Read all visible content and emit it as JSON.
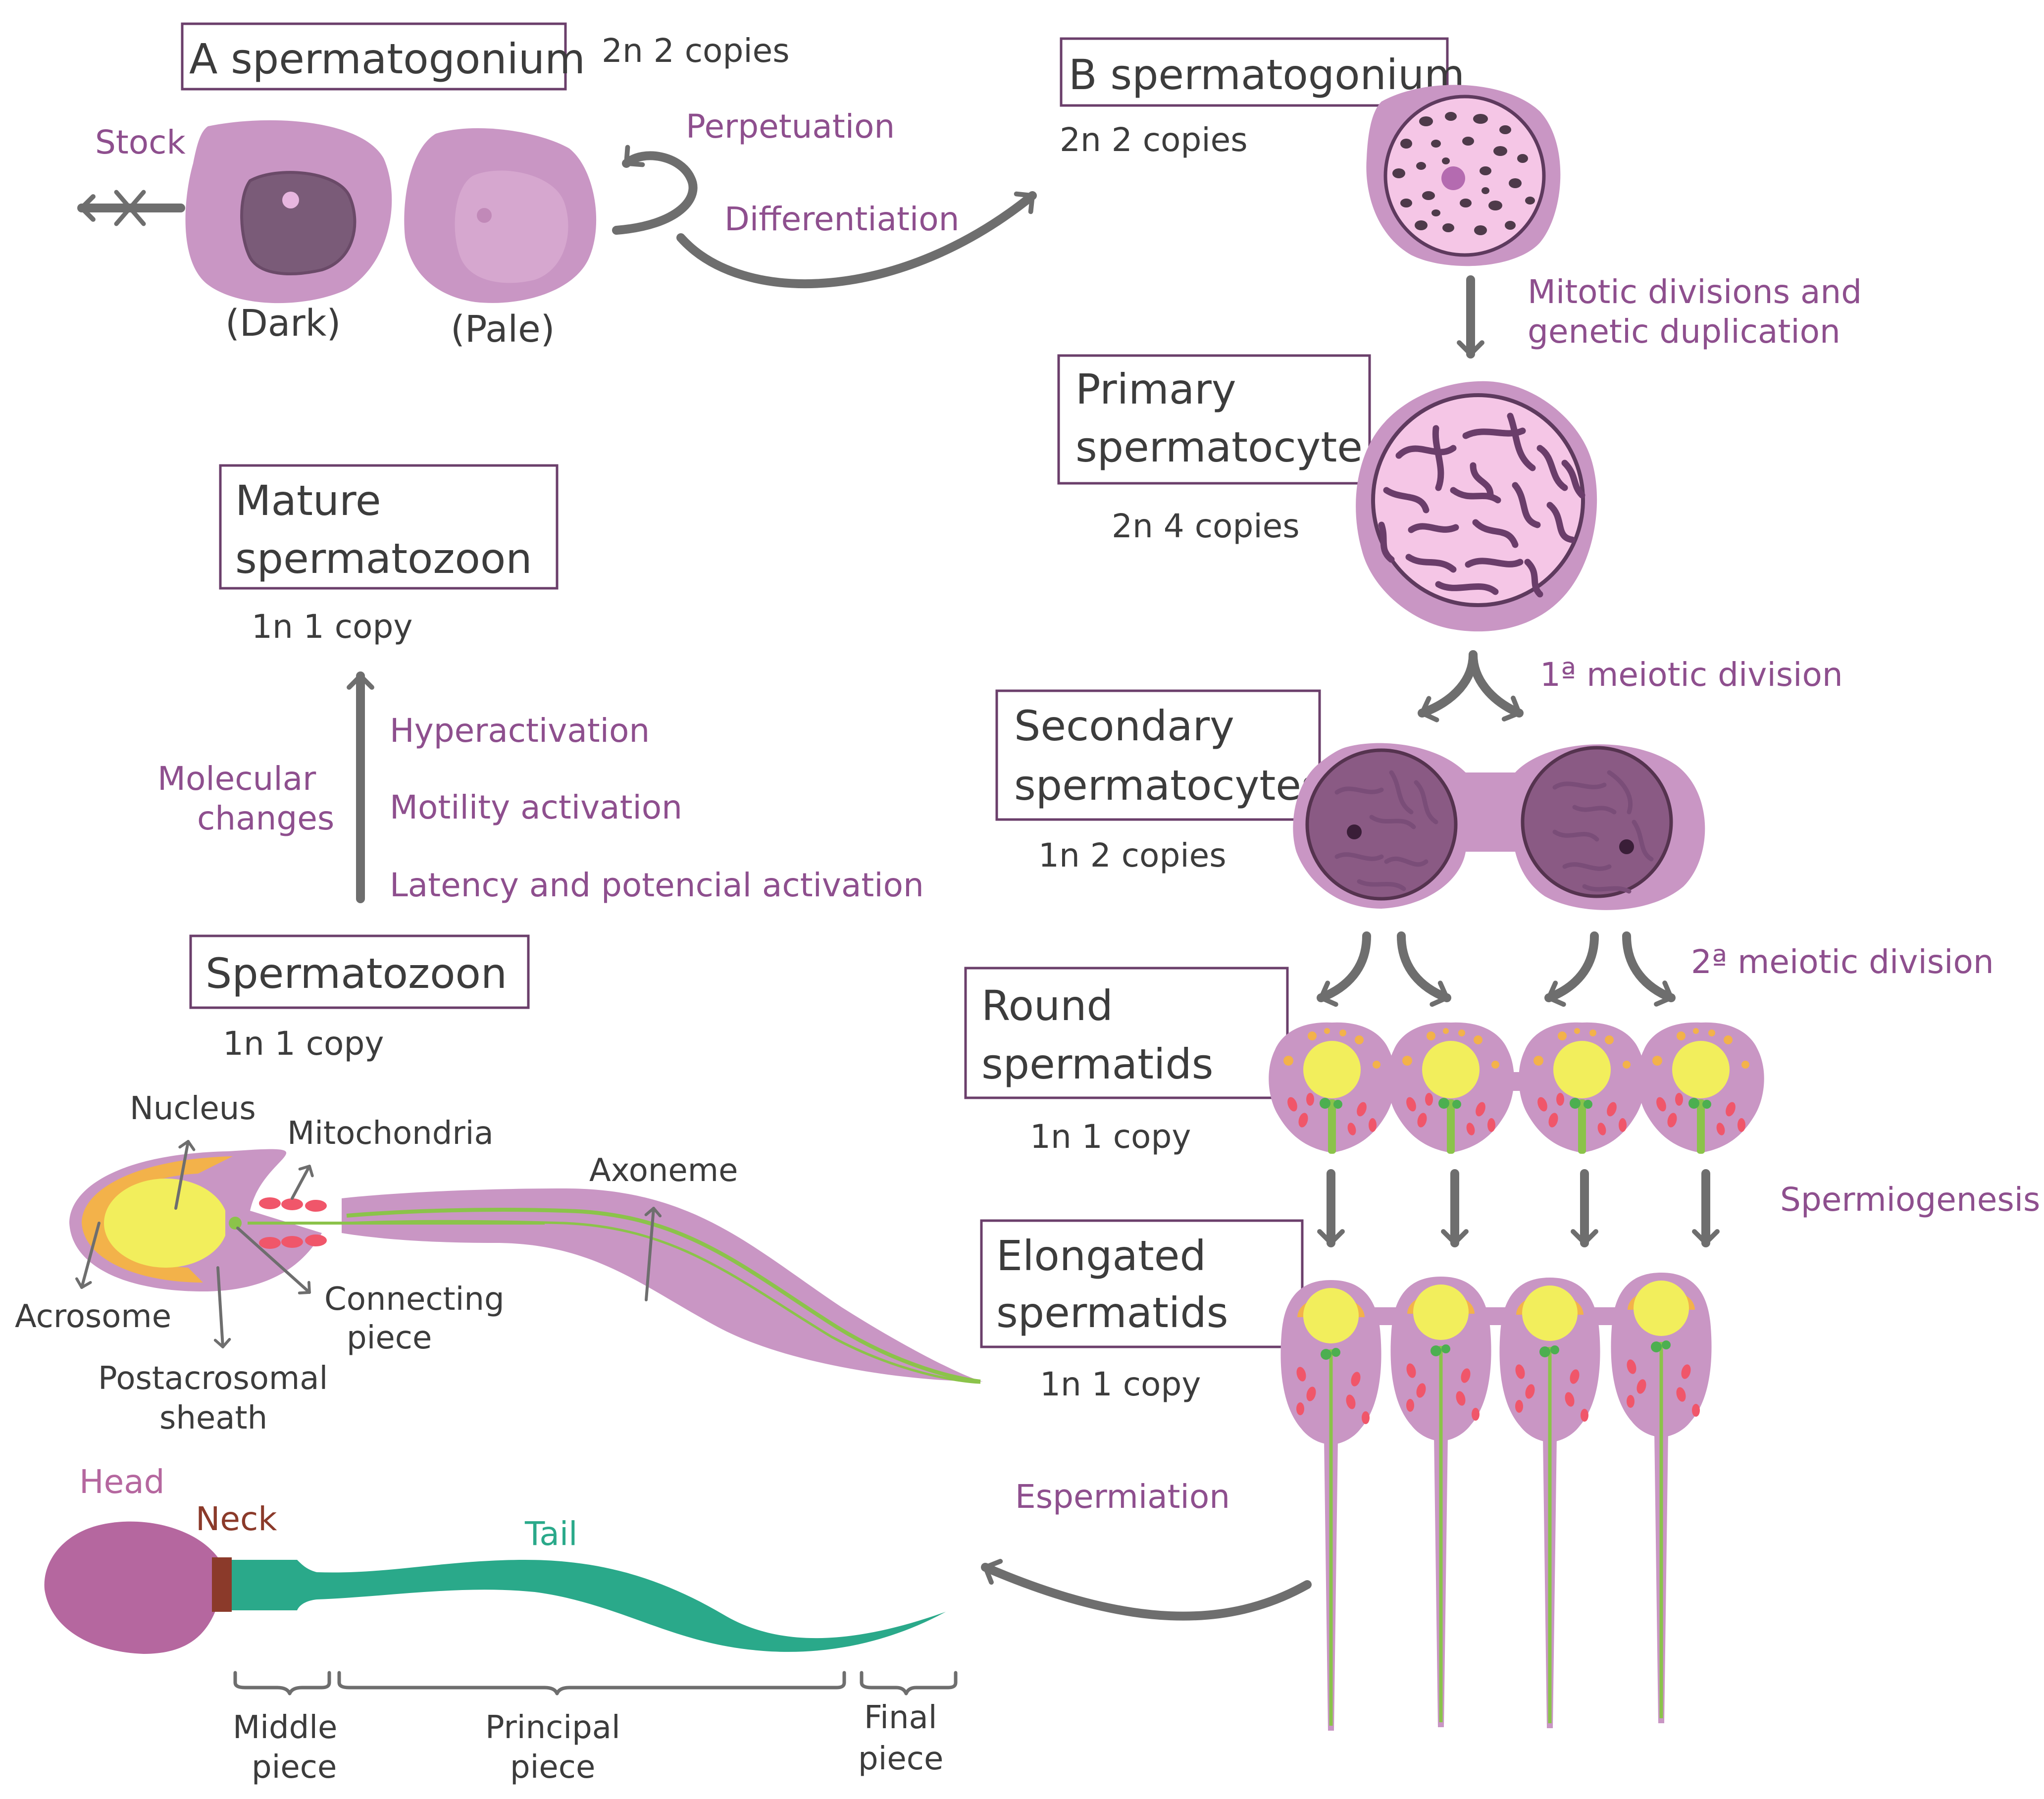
{
  "stages": {
    "a_spermatogonium": "A spermatogonium",
    "b_spermatogonium": "B spermatogonium",
    "primary_l1": "Primary",
    "primary_l2": "spermatocyte",
    "secondary_l1": "Secondary",
    "secondary_l2": "spermatocytes",
    "round_l1": "Round",
    "round_l2": "spermatids",
    "elongated_l1": "Elongated",
    "elongated_l2": "spermatids",
    "spermatozoon": "Spermatozoon",
    "mature_l1": "Mature",
    "mature_l2": "spermatozoon"
  },
  "copies": {
    "a": "2n 2 copies",
    "b": "2n 2 copies",
    "primary": "2n 4 copies",
    "secondary": "1n 2 copies",
    "round": "1n 1 copy",
    "elongated": "1n 1 copy",
    "spermatozoon": "1n 1 copy",
    "mature": "1n 1 copy"
  },
  "processes": {
    "stock": "Stock",
    "perpetuation": "Perpetuation",
    "differentiation": "Differentiation",
    "mitotic_l1": "Mitotic divisions and",
    "mitotic_l2": "genetic duplication",
    "meiotic1": "1ª meiotic division",
    "meiotic2": "2ª meiotic division",
    "spermiogenesis": "Spermiogenesis",
    "espermiation": "Espermiation",
    "molecular_l1": "Molecular",
    "molecular_l2": "changes",
    "hyperactivation": "Hyperactivation",
    "motility": "Motility activation",
    "latency": "Latency and potencial activation"
  },
  "cell_variants": {
    "dark": "(Dark)",
    "pale": "(Pale)"
  },
  "sperm_parts": {
    "nucleus": "Nucleus",
    "mitochondria": "Mitochondria",
    "axoneme": "Axoneme",
    "acrosome": "Acrosome",
    "connecting_l1": "Connecting",
    "connecting_l2": "piece",
    "postacrosomal_l1": "Postacrosomal",
    "postacrosomal_l2": "sheath"
  },
  "regions": {
    "head": "Head",
    "neck": "Neck",
    "tail": "Tail",
    "middle_l1": "Middle",
    "middle_l2": "piece",
    "principal_l1": "Principal",
    "principal_l2": "piece",
    "final_l1": "Final",
    "final_l2": "piece"
  },
  "colors": {
    "cell_pink": "#c996c4",
    "text_purple": "#8e4f8e",
    "head_magenta": "#b5679f",
    "neck_brown": "#8b3a2a",
    "tail_teal": "#2aa98a",
    "nucleus_yellow": "#f2ee5c",
    "acrosome_orange": "#f3b24a"
  }
}
